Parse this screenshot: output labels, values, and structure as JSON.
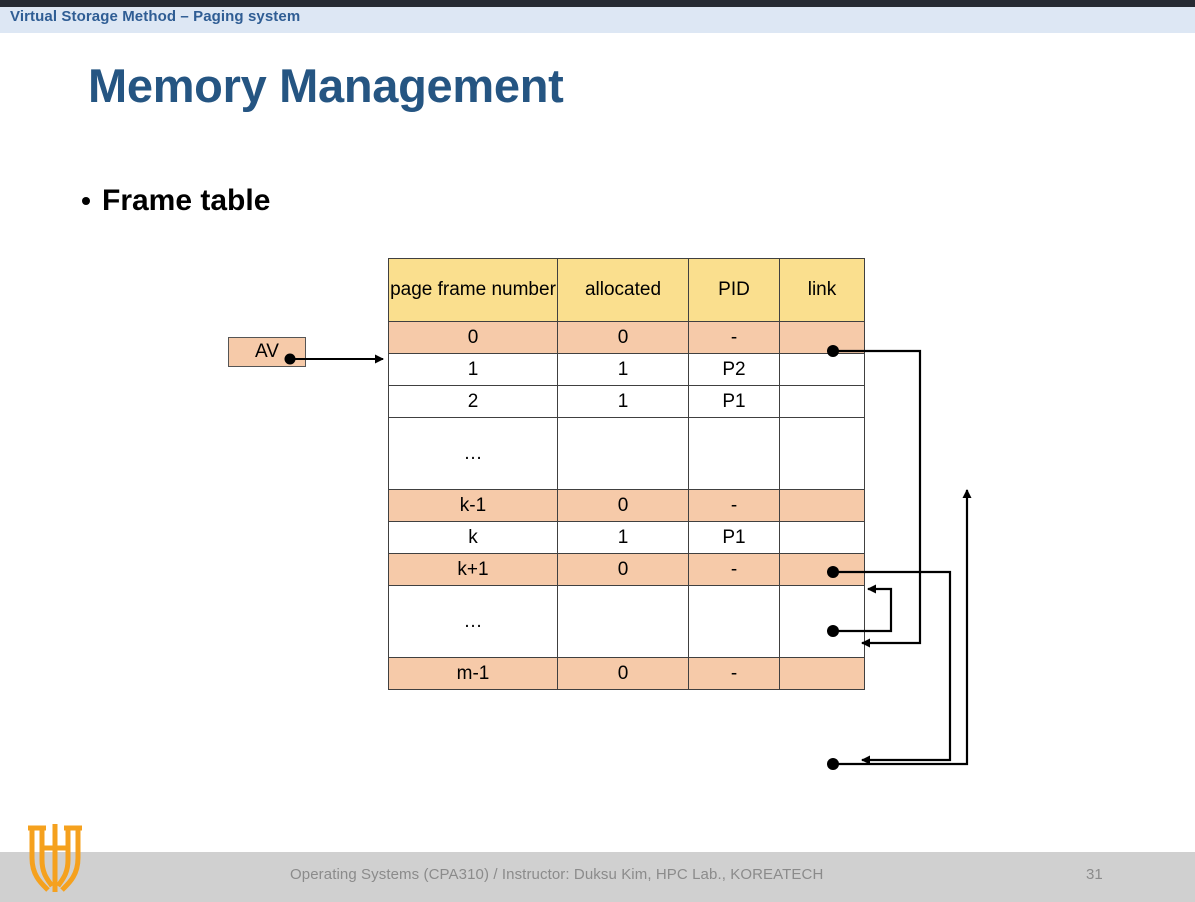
{
  "slide": {
    "header_label": "Virtual Storage Method – Paging system",
    "title": "Memory Management",
    "bullet": "Frame table",
    "page_number": "31",
    "footer": "Operating Systems (CPA310) / Instructor: Duksu Kim, HPC Lab., KOREATECH"
  },
  "colors": {
    "title_blue": "#255582",
    "header_band": "#dde7f4",
    "header_text": "#2f5d94",
    "table_header_fill": "#fadf8e",
    "free_row_fill": "#f6caa9",
    "footer_band": "#d0d0d0",
    "logo_orange": "#f5a11e"
  },
  "av_pointer": {
    "label": "AV"
  },
  "table": {
    "columns": [
      "page frame number",
      "allocated",
      "PID",
      "link"
    ],
    "rows": [
      {
        "frame": "0",
        "allocated": "0",
        "pid": "-",
        "link_dot": true,
        "free": true,
        "kind": "data"
      },
      {
        "frame": "1",
        "allocated": "1",
        "pid": "P2",
        "link_dot": false,
        "free": false,
        "kind": "data"
      },
      {
        "frame": "2",
        "allocated": "1",
        "pid": "P1",
        "link_dot": false,
        "free": false,
        "kind": "data"
      },
      {
        "frame": "…",
        "allocated": "",
        "pid": "",
        "link_dot": false,
        "free": false,
        "kind": "ellipsis"
      },
      {
        "frame": "k-1",
        "allocated": "0",
        "pid": "-",
        "link_dot": true,
        "free": true,
        "kind": "data"
      },
      {
        "frame": "k",
        "allocated": "1",
        "pid": "P1",
        "link_dot": false,
        "free": false,
        "kind": "data"
      },
      {
        "frame": "k+1",
        "allocated": "0",
        "pid": "-",
        "link_dot": true,
        "free": true,
        "kind": "data"
      },
      {
        "frame": "…",
        "allocated": "",
        "pid": "",
        "link_dot": false,
        "free": false,
        "kind": "ellipsis"
      },
      {
        "frame": "m-1",
        "allocated": "0",
        "pid": "-",
        "link_dot": true,
        "free": true,
        "kind": "data"
      }
    ]
  },
  "free_list_chain": [
    {
      "from": "AV",
      "to": "0"
    },
    {
      "from": "0",
      "to": "k+1"
    },
    {
      "from": "k-1",
      "to": "k-1-loop"
    },
    {
      "from": "k+1",
      "to": "k-1"
    },
    {
      "from": "m-1",
      "to": "m-1-out"
    }
  ]
}
